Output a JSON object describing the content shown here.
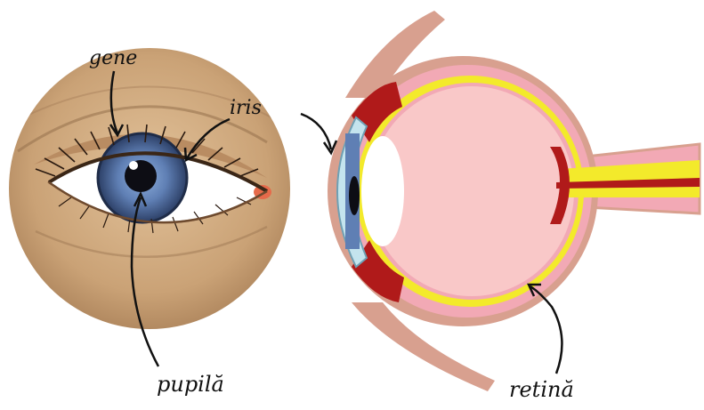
{
  "labels": {
    "gene": "gene",
    "iris": "iris",
    "pupila": "pupilă",
    "retina": "retină"
  },
  "colors": {
    "skin": "#caa276",
    "skin_dark": "#a98058",
    "eye_white": "#ffffff",
    "iris": "#5f7fb4",
    "iris_dark": "#2c3f66",
    "pupil": "#0d0d14",
    "eyeball_fill": "#f9c8c8",
    "sclera_band": "#f2a9b5",
    "retina": "#f3ea2b",
    "choroid_red": "#b01a1a",
    "orbit_muscle": "#d8a08f",
    "cornea": "#c4e4ee"
  }
}
